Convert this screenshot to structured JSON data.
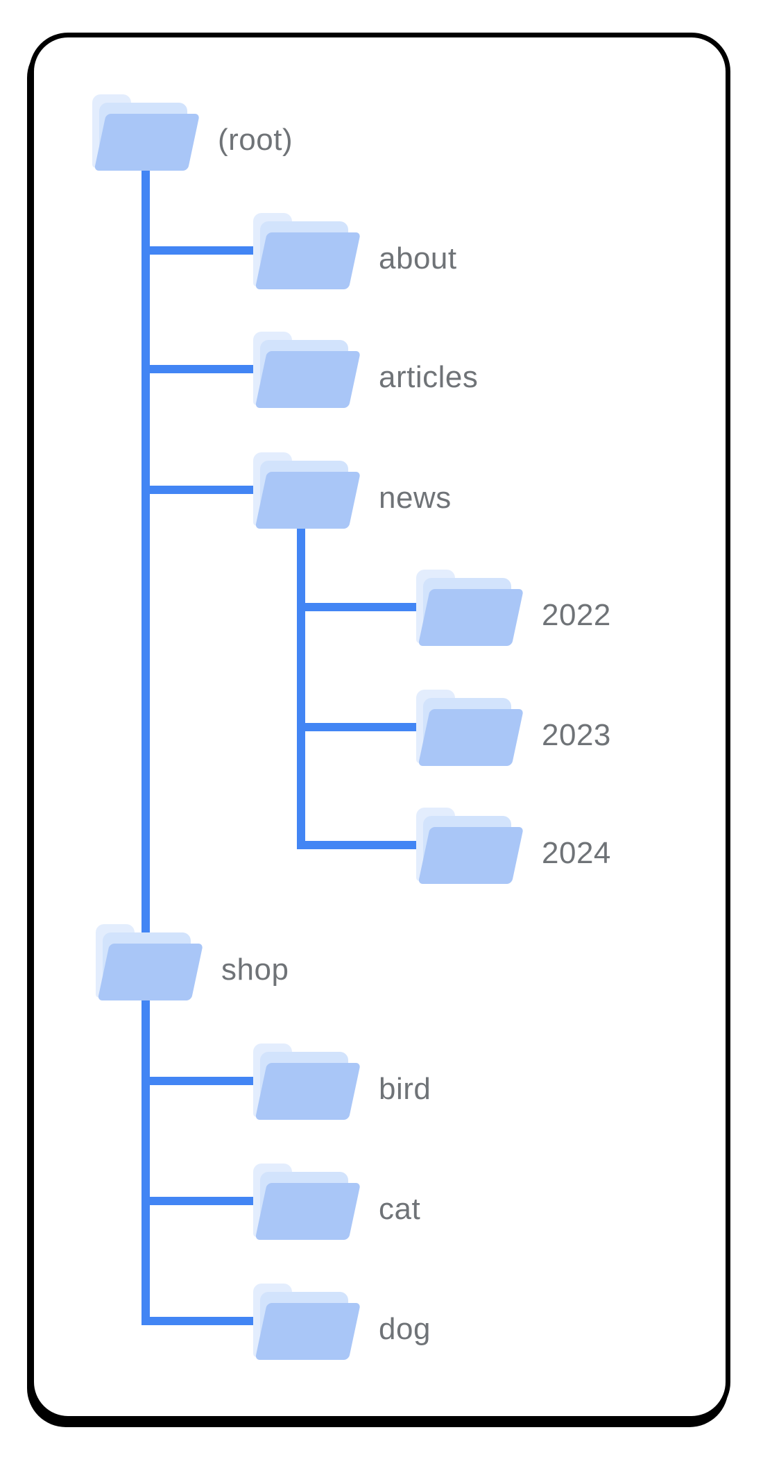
{
  "diagram": {
    "kind": "site-folder-structure-tree"
  },
  "tree": {
    "nodes": [
      {
        "id": "root",
        "label": "(root)",
        "level": 0,
        "parent": null
      },
      {
        "id": "about",
        "label": "about",
        "level": 1,
        "parent": "root"
      },
      {
        "id": "articles",
        "label": "articles",
        "level": 1,
        "parent": "root"
      },
      {
        "id": "news",
        "label": "news",
        "level": 1,
        "parent": "root"
      },
      {
        "id": "2022",
        "label": "2022",
        "level": 2,
        "parent": "news"
      },
      {
        "id": "2023",
        "label": "2023",
        "level": 2,
        "parent": "news"
      },
      {
        "id": "2024",
        "label": "2024",
        "level": 2,
        "parent": "news"
      },
      {
        "id": "shop",
        "label": "shop",
        "level": 1,
        "parent": "root"
      },
      {
        "id": "bird",
        "label": "bird",
        "level": 2,
        "parent": "shop"
      },
      {
        "id": "cat",
        "label": "cat",
        "level": 2,
        "parent": "shop"
      },
      {
        "id": "dog",
        "label": "dog",
        "level": 2,
        "parent": "shop"
      }
    ]
  },
  "colors": {
    "line": "#4285F4",
    "label": "#6F7377",
    "folder_front": "#A9C6F7",
    "folder_mid": "#D2E3FC",
    "folder_back": "#E3EDFD",
    "card_border": "#000000",
    "background": "#FFFFFF"
  }
}
